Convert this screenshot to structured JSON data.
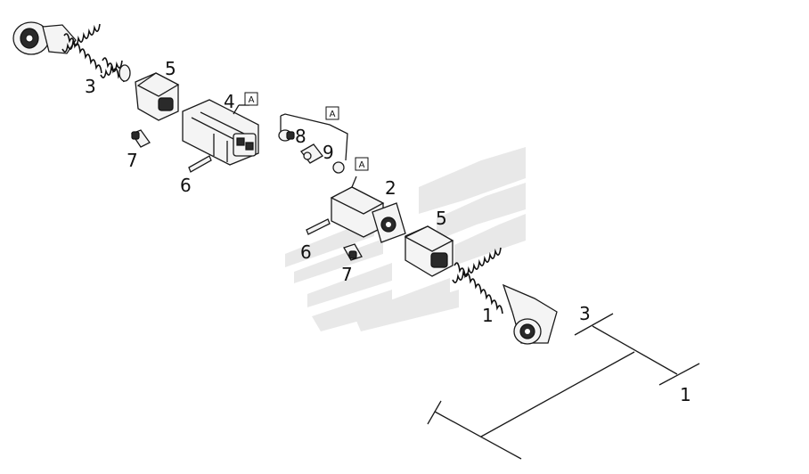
{
  "diagram": {
    "callouts": [
      {
        "id": "c-3-top",
        "text": "3"
      },
      {
        "id": "c-5-top",
        "text": "5"
      },
      {
        "id": "c-4",
        "text": "4"
      },
      {
        "id": "c-7-top",
        "text": "7"
      },
      {
        "id": "c-6-top",
        "text": "6"
      },
      {
        "id": "c-8",
        "text": "8"
      },
      {
        "id": "c-9",
        "text": "9"
      },
      {
        "id": "c-2",
        "text": "2"
      },
      {
        "id": "c-5-mid",
        "text": "5"
      },
      {
        "id": "c-6-mid",
        "text": "6"
      },
      {
        "id": "c-7-mid",
        "text": "7"
      },
      {
        "id": "c-1",
        "text": "1"
      },
      {
        "id": "c-3-schem",
        "text": "3"
      },
      {
        "id": "c-1-schem",
        "text": "1"
      }
    ],
    "reference_boxes": [
      {
        "id": "ref-a-1",
        "text": "A"
      },
      {
        "id": "ref-a-2",
        "text": "A"
      },
      {
        "id": "ref-a-3",
        "text": "A"
      }
    ],
    "watermark_color": "#9a9a9a",
    "line_color": "#1a1a1a"
  }
}
